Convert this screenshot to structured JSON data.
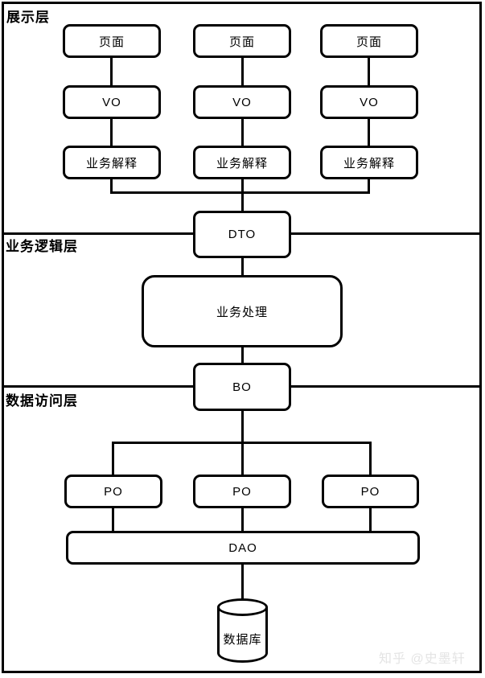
{
  "diagram": {
    "layers": {
      "presentation": "展示层",
      "business_logic": "业务逻辑层",
      "data_access": "数据访问层"
    },
    "nodes": {
      "page": "页面",
      "vo": "VO",
      "business_explain": "业务解释",
      "dto": "DTO",
      "business_process": "业务处理",
      "bo": "BO",
      "po": "PO",
      "dao": "DAO",
      "database": "数据库"
    },
    "watermark": "知乎 @史墨轩",
    "colors": {
      "line": "#000000",
      "background": "#ffffff",
      "watermark_text": "#e4e4e4"
    }
  }
}
